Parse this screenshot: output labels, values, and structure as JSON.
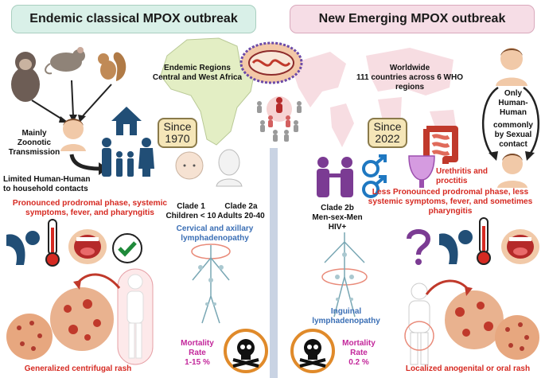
{
  "left": {
    "title": "Endemic classical MPOX outbreak",
    "title_bg": "#d9f0e8",
    "regions": "Endemic Regions\nCentral and West Africa",
    "transmission": "Mainly\nZoonotic\nTransmission",
    "household": "Limited Human-Human\nto household contacts",
    "since": "Since\n1970",
    "symptoms": "Pronounced prodromal phase, systemic\nsymptoms,  fever, and pharyngitis",
    "clade1": "Clade 1\nChildren < 10",
    "clade2a": "Clade 2a\nAdults 20-40",
    "lymph": "Cervical and axillary\nlymphadenopathy",
    "mortality": "Mortality\nRate\n1-15 %",
    "rash": "Generalized centrifugal rash"
  },
  "right": {
    "title": "New Emerging MPOX outbreak",
    "title_bg": "#f6dde6",
    "worldwide": "Worldwide\n111 countries across 6 WHO\nregions",
    "human_only": "Only\nHuman-\nHuman",
    "sexual": "commonly\nby Sexual\ncontact",
    "since": "Since\n2022",
    "urethritis": "Urethritis and\nproctitis",
    "symptoms": "Less Pronounced prodromal phase, less\nsystemic symptoms,  fever, and sometimes\npharyngitis",
    "clade2b": "Clade 2b\nMen-sex-Men\nHIV+",
    "lymph": "Inguinal\nlymphadenopathy",
    "mortality": "Mortality\nRate\n0.2 %",
    "rash": "Localized anogenital or oral rash"
  },
  "colors": {
    "accent_red": "#d62a22",
    "accent_blue": "#3b6fb5",
    "accent_magenta": "#c3279b",
    "divider": "#c9d3e3"
  },
  "icons": [
    "monkey-icon",
    "rat-icon",
    "squirrel-icon",
    "house-icon",
    "family-icon",
    "africa-map-icon",
    "virus-icon",
    "world-map-icon",
    "thermometer-icon",
    "throat-icon",
    "checkmark-icon",
    "question-icon",
    "skull-icon",
    "male-symbol-icon",
    "couple-icon",
    "intestine-icon",
    "bladder-icon"
  ]
}
